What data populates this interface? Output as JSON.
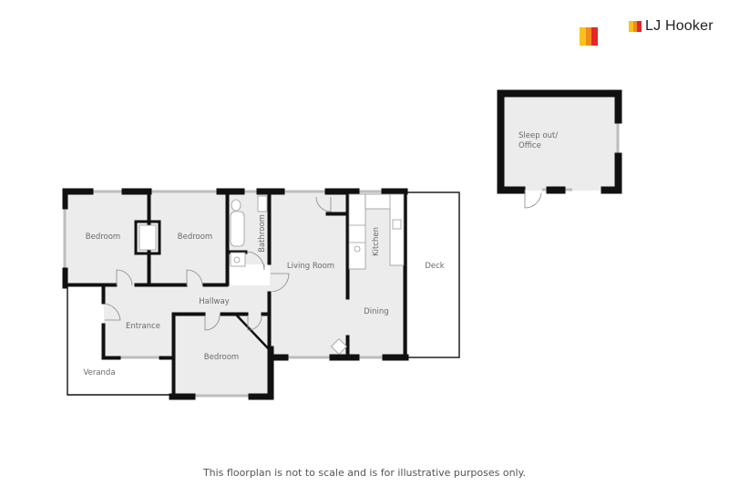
{
  "brand": {
    "name": "LJ Hooker",
    "colors": [
      "#f9c21a",
      "#f28a1c",
      "#e3262a"
    ]
  },
  "rooms": {
    "bedroom_1": "Bedroom",
    "bedroom_2": "Bedroom",
    "bedroom_3": "Bedroom",
    "bathroom": "Bathroom",
    "hallway": "Hallway",
    "entrance": "Entrance",
    "veranda": "Veranda",
    "living_room": "Living Room",
    "kitchen": "Kitchen",
    "dining": "Dining",
    "deck": "Deck",
    "sleepout_line1": "Sleep out/",
    "sleepout_line2": "Office"
  },
  "colors": {
    "wall": "#111111",
    "floor": "#ececec",
    "outdoor": "#ffffff",
    "window": "#cfcfcf",
    "label": "#6a6a6a"
  },
  "disclaimer": "This floorplan is not to scale and is for illustrative purposes only."
}
